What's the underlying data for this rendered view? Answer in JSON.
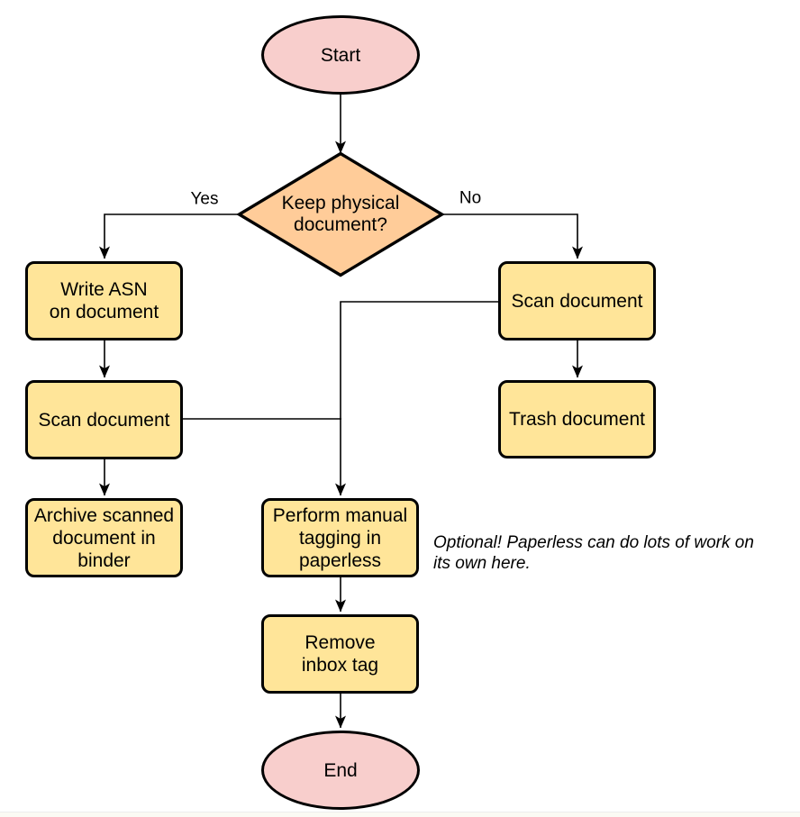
{
  "colors": {
    "terminal_fill": "#f8cecc",
    "decision_fill": "#ffcc99",
    "process_fill": "#ffe599",
    "stroke": "#000000",
    "background": "#ffffff"
  },
  "nodes": {
    "start": {
      "label": "Start",
      "type": "terminal"
    },
    "decision": {
      "label": "Keep physical\ndocument?",
      "type": "decision"
    },
    "write_asn": {
      "label": "Write ASN\non document",
      "type": "process"
    },
    "scan_left": {
      "label": "Scan document",
      "type": "process"
    },
    "archive": {
      "label": "Archive scanned\ndocument in\nbinder",
      "type": "process"
    },
    "scan_right": {
      "label": "Scan document",
      "type": "process"
    },
    "trash": {
      "label": "Trash document",
      "type": "process"
    },
    "tagging": {
      "label": "Perform manual\ntagging in\npaperless",
      "type": "process"
    },
    "remove_inbox": {
      "label": "Remove\ninbox tag",
      "type": "process"
    },
    "end": {
      "label": "End",
      "type": "terminal"
    }
  },
  "edge_labels": {
    "yes": "Yes",
    "no": "No"
  },
  "annotation": {
    "text": "Optional! Paperless can do lots of work on\nits own here."
  }
}
